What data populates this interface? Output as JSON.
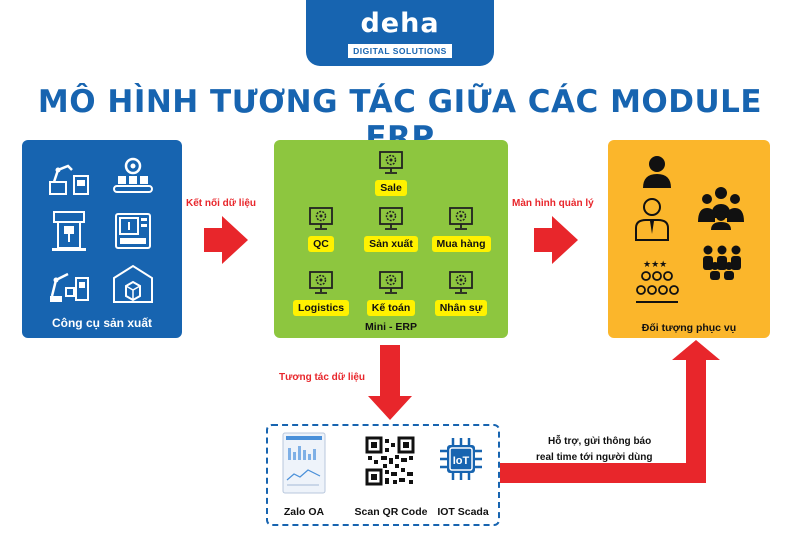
{
  "logo": {
    "text": "deha",
    "subtitle": "DIGITAL SOLUTIONS"
  },
  "title": "MÔ HÌNH TƯƠNG TÁC GIỮA CÁC MODULE ERP",
  "left_box": {
    "label": "Công cụ sản xuất"
  },
  "center_box": {
    "label": "Mini - ERP",
    "modules": [
      "Sale",
      "QC",
      "Sản xuất",
      "Mua hàng",
      "Logistics",
      "Kế toán",
      "Nhân sự"
    ]
  },
  "right_box": {
    "label": "Đối tượng phục vụ"
  },
  "arrows": {
    "connect": "Kết nối dữ liệu",
    "screen": "Màn hình quản lý",
    "interact": "Tương tác dữ liệu",
    "notify_line1": "Hỗ trợ, gửi thông báo",
    "notify_line2": "real time tới người dùng"
  },
  "integrations": [
    "Zalo OA",
    "Scan QR Code",
    "IOT Scada"
  ],
  "iot_chip_text": "IoT",
  "colors": {
    "blue": "#1764b0",
    "green": "#8dc63f",
    "yellow": "#fbb62b",
    "red": "#e8262b",
    "pill": "#fff200"
  }
}
